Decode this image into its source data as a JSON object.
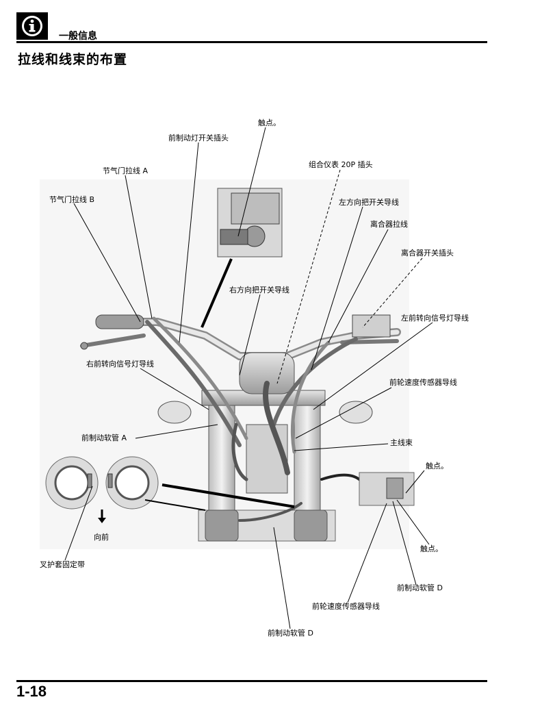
{
  "header": {
    "section": "一般信息"
  },
  "title": "拉线和线束的布置",
  "page_number": "1-18",
  "labels": {
    "contact_top": "触点。",
    "front_brake_switch_connector": "前制动灯开关插头",
    "throttle_cable_a": "节气门拉线 A",
    "meter_20p_connector": "组合仪表 20P 插头",
    "throttle_cable_b": "节气门拉线 B",
    "left_handlebar_switch_wire": "左方向把开关导线",
    "clutch_cable": "离合器拉线",
    "clutch_switch_connector": "离合器开关插头",
    "right_handlebar_switch_wire": "右方向把开关导线",
    "left_front_turn_signal_wire": "左前转向信号灯导线",
    "right_front_turn_signal_wire": "右前转向信号灯导线",
    "front_wheel_speed_sensor_wire_upper": "前轮速度传感器导线",
    "front_brake_hose_a": "前制动软管 A",
    "main_harness": "主线束",
    "contact_right_upper": "触点。",
    "forward": "向前",
    "contact_right_lower": "触点。",
    "fork_boot_band": "叉护套固定带",
    "front_brake_hose_d_right": "前制动软管 D",
    "front_wheel_speed_sensor_wire_lower": "前轮速度传感器导线",
    "front_brake_hose_d_bottom": "前制动软管 D"
  }
}
